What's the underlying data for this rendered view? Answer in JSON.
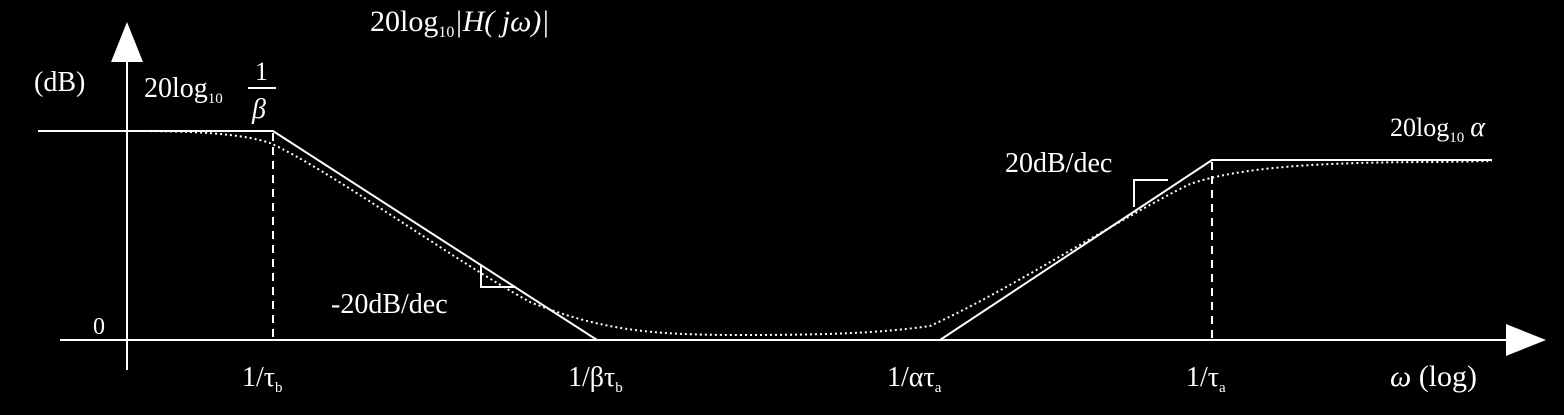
{
  "title": {
    "main": "20log",
    "sub": "10",
    "expr": "|H( jω)|"
  },
  "y_axis": {
    "unit_label": "(dB)",
    "zero_label": "0"
  },
  "left_level": {
    "prefix": "20log",
    "sub": "10",
    "num": "1",
    "den": "β"
  },
  "right_level": {
    "prefix": "20log",
    "sub": "10",
    "sym": "α"
  },
  "slopes": {
    "falling": "-20dB/dec",
    "rising": "20dB/dec"
  },
  "x_ticks": [
    {
      "text": "1/τ",
      "sub": "b"
    },
    {
      "text": "1/βτ",
      "sub": "b"
    },
    {
      "text": "1/ατ",
      "sub": "a"
    },
    {
      "text": "1/τ",
      "sub": "a"
    }
  ],
  "x_axis": {
    "label_sym": "ω",
    "label_rest": " (log)"
  },
  "colors": {
    "background": "#000000",
    "foreground": "#ffffff"
  }
}
